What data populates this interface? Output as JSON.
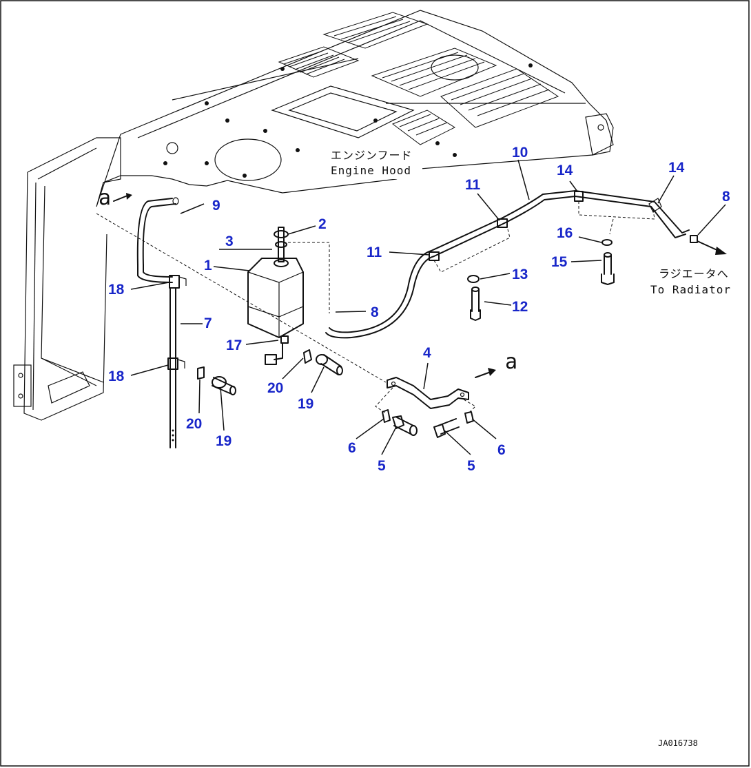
{
  "labels": {
    "engine_hood_jp": "エンジンフード",
    "engine_hood_en": "Engine Hood",
    "radiator_jp": "ラジエータへ",
    "radiator_en": "To Radiator",
    "ref_a": "a",
    "drawing_code": "JA016738"
  },
  "callouts": [
    "1",
    "2",
    "3",
    "4",
    "5",
    "6",
    "7",
    "8",
    "9",
    "10",
    "11",
    "12",
    "13",
    "14",
    "15",
    "16",
    "17",
    "18",
    "19",
    "20"
  ],
  "callout_color": "#1826c9"
}
